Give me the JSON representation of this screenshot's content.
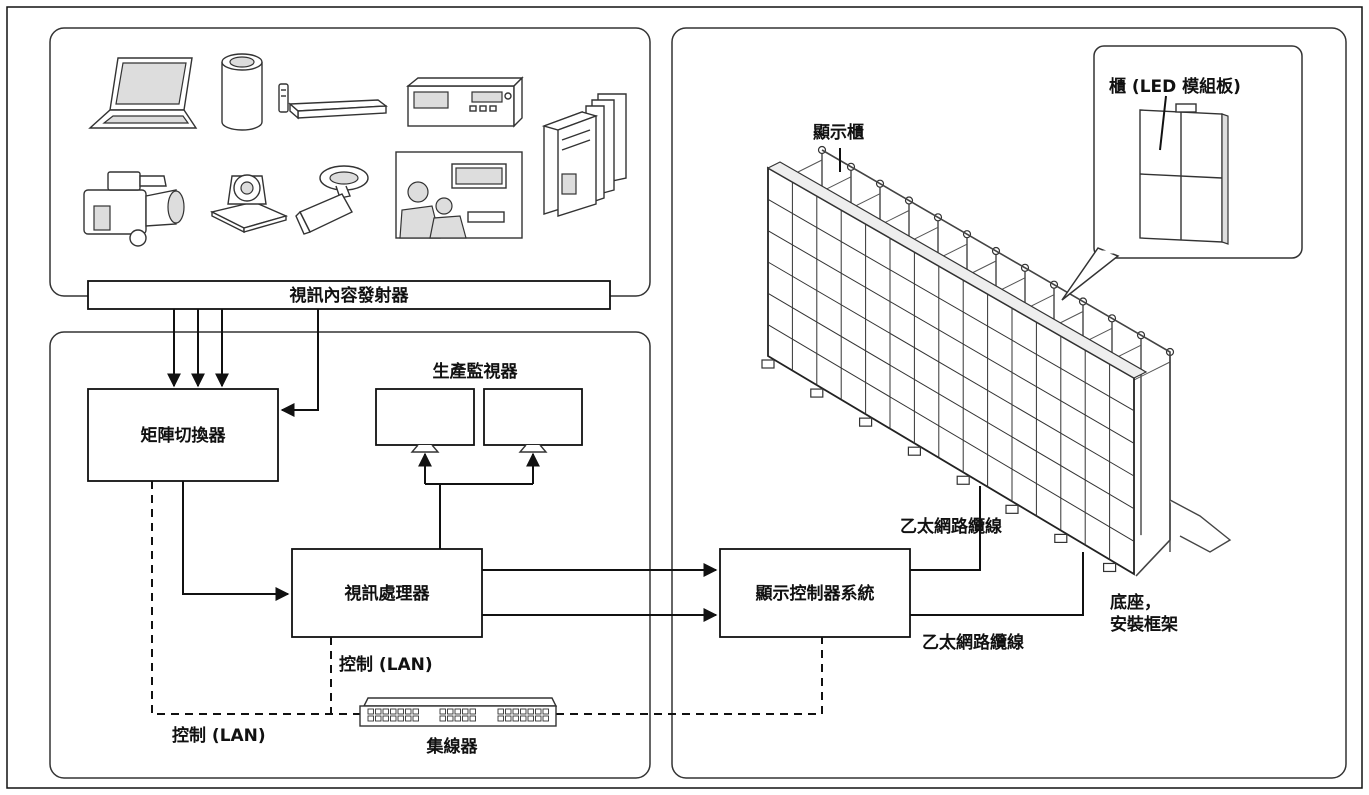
{
  "labels": {
    "transmitter": "視訊內容發射器",
    "matrix_switcher": "矩陣切換器",
    "production_monitor": "生產監視器",
    "video_processor": "視訊處理器",
    "display_controller": "顯示控制器系統",
    "display_cabinet": "顯示櫃",
    "cabinet_module": "櫃 (LED 模組板)",
    "ethernet_cable_1": "乙太網路纜線",
    "ethernet_cable_2": "乙太網路纜線",
    "base_line1": "底座，",
    "base_line2": "安裝框架",
    "control_lan_1": "控制 (LAN)",
    "control_lan_2": "控制 (LAN)",
    "hub": "集線器"
  },
  "led_wall": {
    "columns": 15,
    "rows": 6
  }
}
